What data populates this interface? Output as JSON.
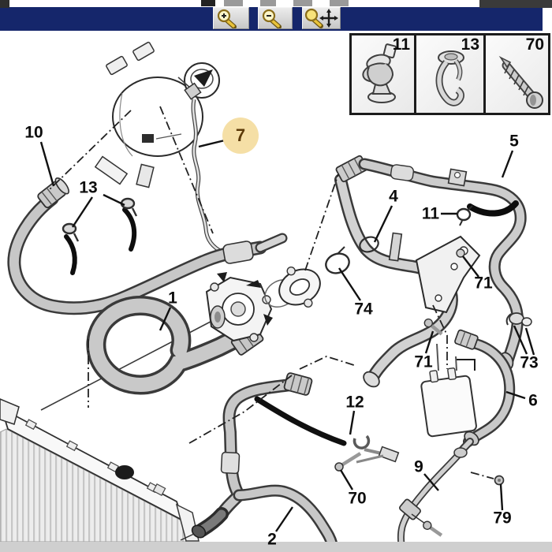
{
  "toolbar": {
    "bar_color": "#15266b",
    "buttons": [
      {
        "name": "zoom-in",
        "icon": "magnifier-plus-icon"
      },
      {
        "name": "zoom-out",
        "icon": "magnifier-minus-icon"
      },
      {
        "name": "zoom-pan",
        "icon": "magnifier-move-icon"
      }
    ]
  },
  "inset": {
    "cells": [
      {
        "label": "11",
        "icon": "hose-clamp-icon"
      },
      {
        "label": "13",
        "icon": "spring-clip-icon"
      },
      {
        "label": "70",
        "icon": "screw-icon"
      }
    ]
  },
  "diagram": {
    "callouts": [
      {
        "label": "10",
        "highlighted": false
      },
      {
        "label": "13",
        "highlighted": false
      },
      {
        "label": "7",
        "highlighted": true
      },
      {
        "label": "1",
        "highlighted": false
      },
      {
        "label": "4",
        "highlighted": false
      },
      {
        "label": "11",
        "highlighted": false
      },
      {
        "label": "5",
        "highlighted": false
      },
      {
        "label": "71",
        "highlighted": false
      },
      {
        "label": "74",
        "highlighted": false
      },
      {
        "label": "71",
        "highlighted": false
      },
      {
        "label": "73",
        "highlighted": false
      },
      {
        "label": "6",
        "highlighted": false
      },
      {
        "label": "12",
        "highlighted": false
      },
      {
        "label": "9",
        "highlighted": false
      },
      {
        "label": "70",
        "highlighted": false
      },
      {
        "label": "79",
        "highlighted": false
      },
      {
        "label": "2",
        "highlighted": false
      }
    ],
    "highlight_color": "#f5dfa6",
    "highlight_text_color": "#5c3a08"
  },
  "colors": {
    "header_bar": "#15266b",
    "background": "#ffffff",
    "diagram_line": "#1a1a1a",
    "bottom_strip": "#cfcfcf"
  }
}
